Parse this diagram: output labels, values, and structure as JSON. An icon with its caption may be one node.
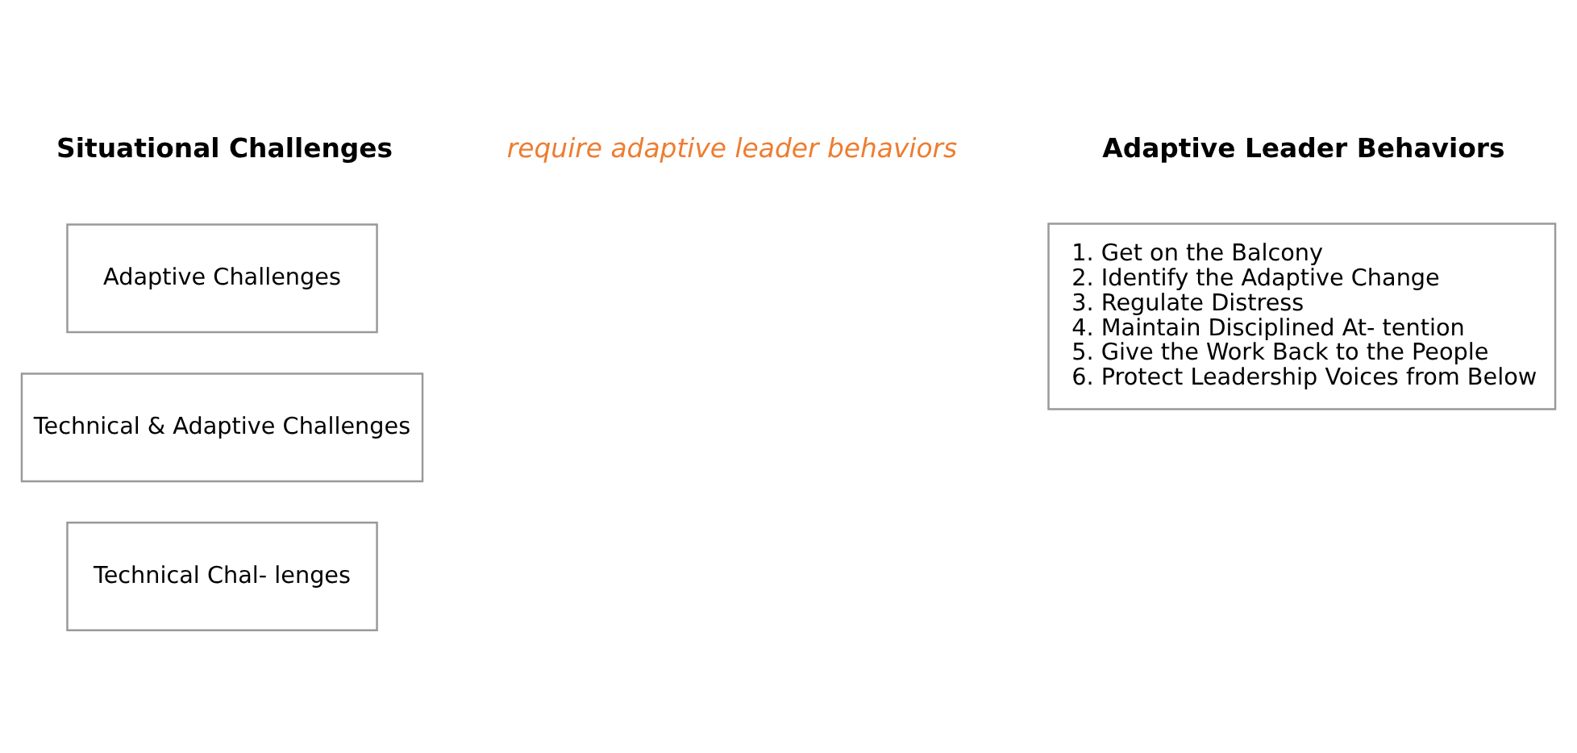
{
  "diagram": {
    "nodes": [
      {
        "text": [
          "Technical Chal- lenges"
        ]
      },
      {
        "text": [
          "Technical & Adaptive Challenges"
        ]
      },
      {
        "text": [
          "Adaptive Challenges"
        ]
      },
      {
        "text": [
          "1. Get on the Balcony",
          "2. Identify the Adaptive Change",
          "3. Regulate Distress",
          "4. Maintain Disciplined At- tention",
          "5. Give the Work Back to the People",
          "6. Protect Leadership Voices from Below"
        ]
      }
    ],
    "edges": [],
    "labels": [
      "Situational Challenges",
      "Adaptive Leader Behaviors",
      "require adaptive leader behaviors"
    ]
  }
}
